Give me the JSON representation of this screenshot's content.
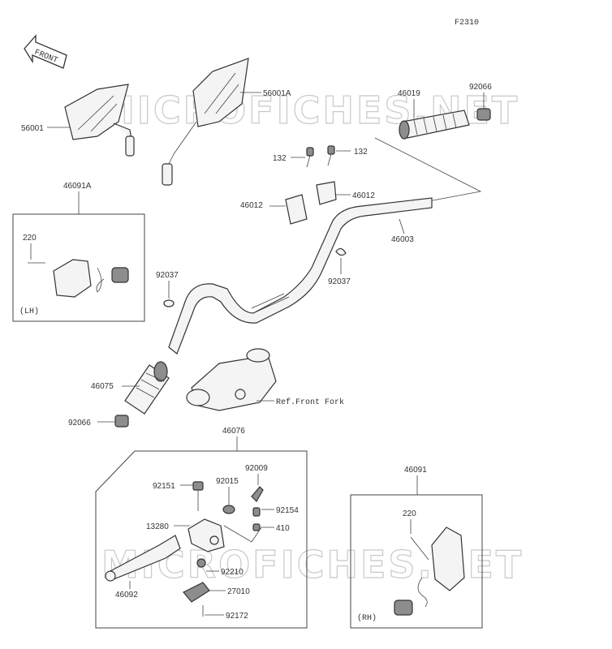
{
  "figure_code": "F2310",
  "front_label": "FRONT",
  "watermark": "MICROFICHES.NET",
  "labels": {
    "p56001": "56001",
    "p56001A": "56001A",
    "p46019": "46019",
    "p92066_top": "92066",
    "p132_left": "132",
    "p132_right": "132",
    "p46012_left": "46012",
    "p46012_right": "46012",
    "p46003": "46003",
    "p92037_right": "92037",
    "p92037_left": "92037",
    "p46091A": "46091A",
    "p220_lh": "220",
    "lh_tag": "(LH)",
    "p46075": "46075",
    "p92066_left": "92066",
    "ref_front_fork": "Ref.Front Fork",
    "p46076": "46076",
    "p92009": "92009",
    "p92151": "92151",
    "p92015": "92015",
    "p92154": "92154",
    "p13280": "13280",
    "p410": "410",
    "p92210": "92210",
    "p27010": "27010",
    "p46092": "46092",
    "p92172": "92172",
    "p46091": "46091",
    "p220_rh": "220",
    "rh_tag": "(RH)"
  }
}
